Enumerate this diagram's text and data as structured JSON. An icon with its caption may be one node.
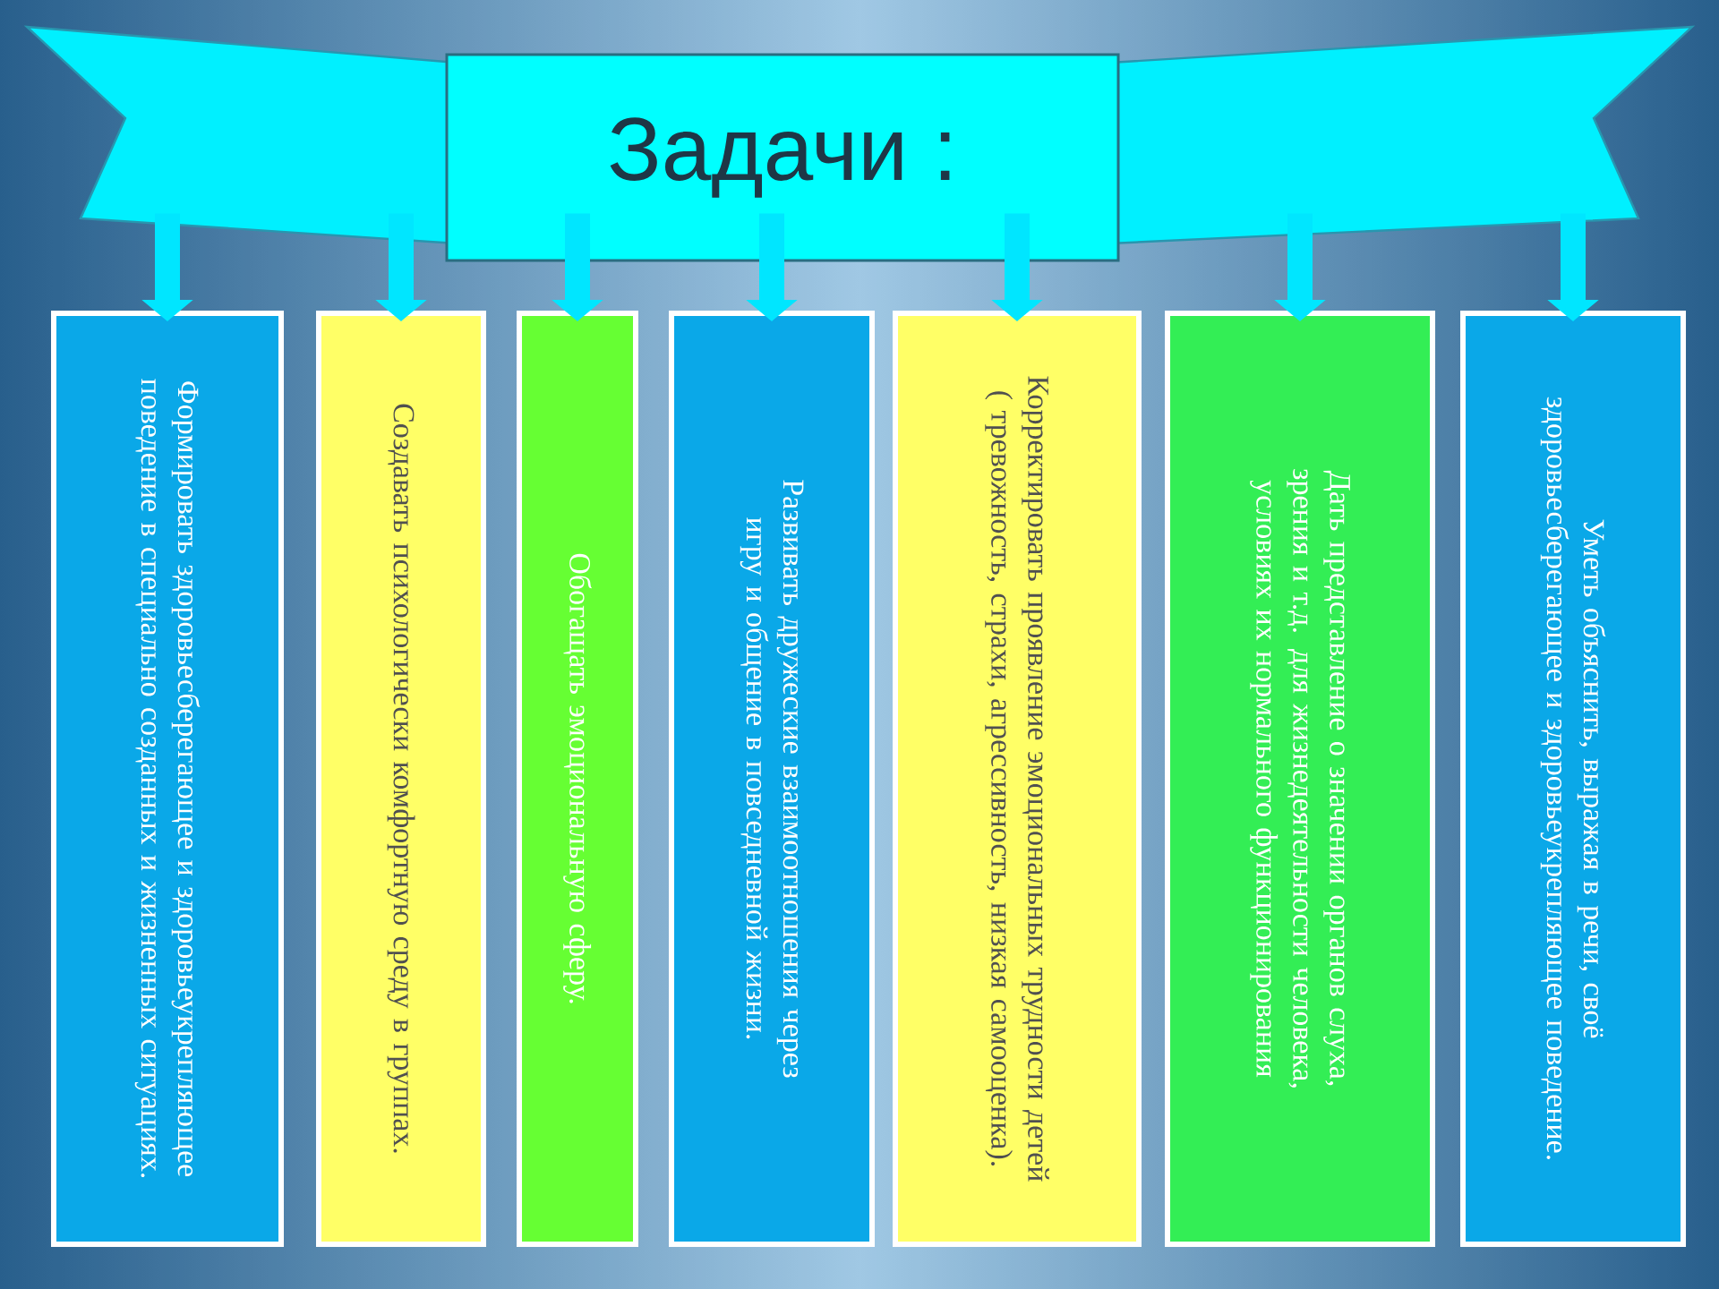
{
  "diagram": {
    "nodes": [
      {
        "text": [
          "Задачи :"
        ]
      },
      {
        "text": [
          "Формировать здоровьесберегающее и здоровьеукрепляющее поведение в специально созданных и жизненных ситуациях."
        ]
      },
      {
        "text": [
          "Создавать психологически комфортную среду в группах."
        ]
      },
      {
        "text": [
          "Обогащать эмоциональную сферу."
        ]
      },
      {
        "text": [
          "Развивать дружеские взаимоотношения через игру и общение в повседневной жизни."
        ]
      },
      {
        "text": [
          "Корректировать проявление эмоциональных трудности детей ( тревожность, страхи, агрессивность, низкая самооценка)."
        ]
      },
      {
        "text": [
          "Дать представление о значении органов слуха, зрения и т.д. для жизнедеятельности человека, условиях их нормального функционирования"
        ]
      },
      {
        "text": [
          "Уметь объяснить, выражая в речи, своё здоровьесберегающее и здоровьеукрепляющее поведение."
        ]
      }
    ],
    "edges": [
      {
        "from": 0,
        "to": 1,
        "arrow": "to"
      },
      {
        "from": 0,
        "to": 2,
        "arrow": "to"
      },
      {
        "from": 0,
        "to": 3,
        "arrow": "to"
      },
      {
        "from": 0,
        "to": 4,
        "arrow": "to"
      },
      {
        "from": 0,
        "to": 5,
        "arrow": "to"
      },
      {
        "from": 0,
        "to": 6,
        "arrow": "to"
      },
      {
        "from": 0,
        "to": 7,
        "arrow": "to"
      }
    ]
  }
}
